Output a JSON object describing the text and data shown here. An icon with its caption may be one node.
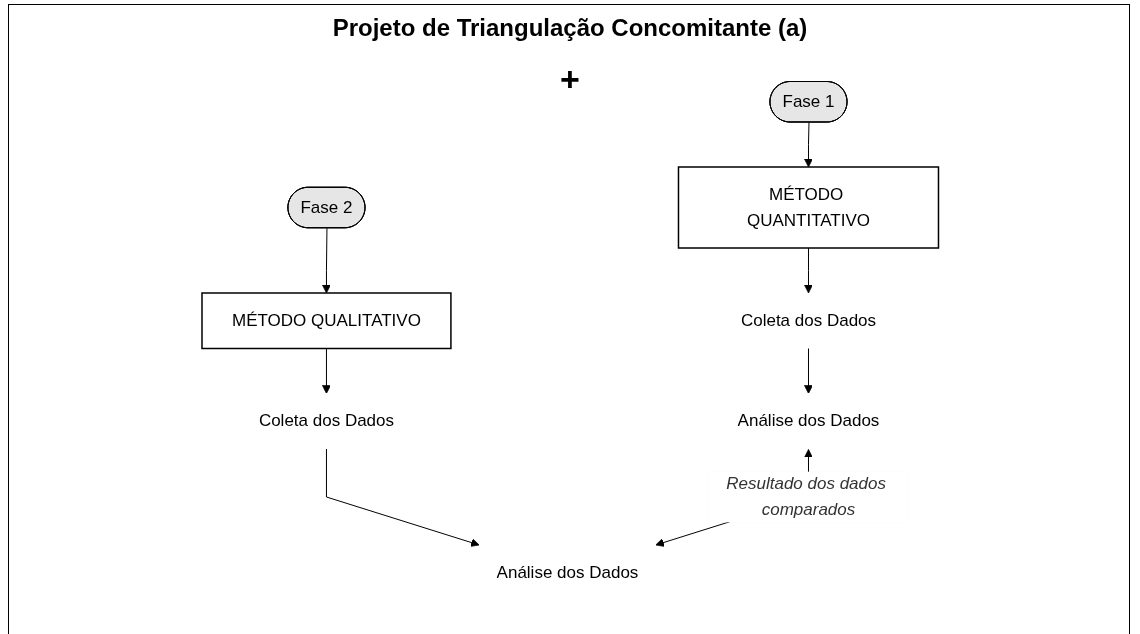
{
  "diagram": {
    "title": "Projeto de Triangulação Concomitante (a)",
    "nodes": [
      {
        "text": [
          "Fase 1"
        ]
      },
      {
        "text": [
          "MÉTODO QUANTITATIVO"
        ]
      },
      {
        "text": [
          "Coleta dos Dados"
        ]
      },
      {
        "text": [
          "Análise dos Dados"
        ]
      },
      {
        "text": [
          "Fase 2"
        ]
      },
      {
        "text": [
          "MÉTODO QUALITATIVO"
        ]
      },
      {
        "text": [
          "Coleta dos Dados"
        ]
      },
      {
        "text": [
          "Análise dos Dados"
        ]
      }
    ],
    "edges": [
      {
        "from": 0,
        "to": 1,
        "arrow": "to"
      },
      {
        "from": 1,
        "to": 2,
        "arrow": "to"
      },
      {
        "from": 2,
        "to": 3,
        "arrow": "to"
      },
      {
        "from": 4,
        "to": 5,
        "arrow": "to"
      },
      {
        "from": 5,
        "to": 6,
        "arrow": "to"
      },
      {
        "from": 6,
        "to": 7,
        "arrow": "to"
      },
      {
        "from": 3,
        "to": 7,
        "arrow": "both",
        "label": "Resultado dos dados comparados"
      }
    ],
    "labels": [
      "+"
    ]
  }
}
